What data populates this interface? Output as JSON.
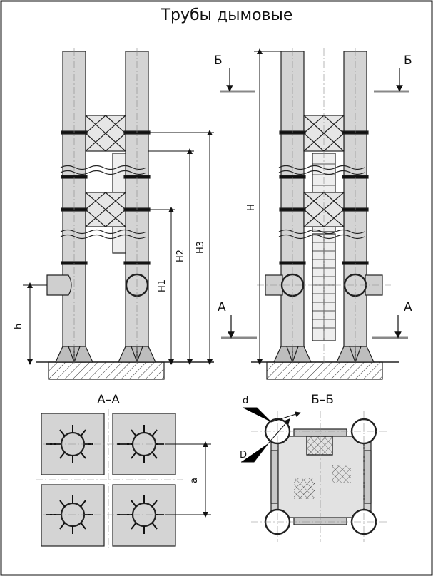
{
  "title": "Трубы дымовые",
  "section_aa": "А–А",
  "section_bb": "Б–Б",
  "cut_a": "А",
  "cut_b": "Б",
  "dims": {
    "h": "h",
    "h1": "H1",
    "h2": "H2",
    "h3": "H3",
    "H": "H",
    "a": "a",
    "d": "d",
    "D": "D"
  },
  "colors": {
    "fill": "#d4d4d4",
    "stroke": "#222222",
    "band": "#111111",
    "ground": "#9a9a9a"
  }
}
